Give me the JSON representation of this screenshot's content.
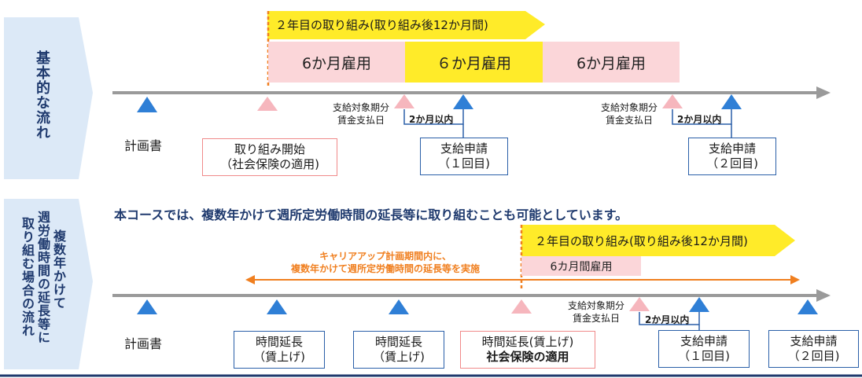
{
  "top": {
    "side_label": "基本的な流れ",
    "year2_banner": "２年目の取り組み(取り組み後12か月間)",
    "period1": "6か月雇用",
    "period2": "６か月雇用",
    "period3": "6か月雇用",
    "plan_label": "計画書",
    "start_box_line1": "取り組み開始",
    "start_box_line2": "（社会保険の適用)",
    "pay_date_a_line1": "支給対象期分",
    "pay_date_a_line2": "賃金支払日",
    "pay_date_b_line1": "支給対象期分",
    "pay_date_b_line2": "賃金支払日",
    "within2_a": "2か月以内",
    "within2_b": "2か月以内",
    "apply1_line1": "支給申請",
    "apply1_line2": "（１回目)",
    "apply2_line1": "支給申請",
    "apply2_line2": "（２回目)"
  },
  "bottom": {
    "side_label_col1": "複数年かけて",
    "side_label_col2": "週労働時間の延長等に",
    "side_label_col3": "取り組む場合の流れ",
    "headline": "本コースでは、複数年かけて週所定労働時間の延長等に取り組むことも可能としています。",
    "year2_banner": "２年目の取り組み(取り組み後12か月間)",
    "career_note_line1": "キャリアアップ計画期間内に、",
    "career_note_line2": "複数年かけて週所定労働時間の延長等を実施",
    "period": "6カ月間雇用",
    "plan_label": "計画書",
    "ext1_line1": "時間延長",
    "ext1_line2": "（賃上げ)",
    "ext2_line1": "時間延長",
    "ext2_line2": "（賃上げ)",
    "ext3_line1": "時間延長(賃上げ)",
    "ext3_line2": "社会保険の適用",
    "pay_date_line1": "支給対象期分",
    "pay_date_line2": "賃金支払日",
    "within2": "2か月以内",
    "apply1_line1": "支給申請",
    "apply1_line2": "（１回目)",
    "apply2_line1": "支給申請",
    "apply2_line2": "（２回目)"
  },
  "colors": {
    "navy": "#1f3a6e",
    "blue_triangle": "#2f7fd6",
    "pink_triangle": "#f6b6bd",
    "pink_fill": "#fbd6d9",
    "yellow_fill": "#ffeb29",
    "orange": "#f07f1f",
    "timeline_gray": "#9a9a9a",
    "side_bg": "#dce9f7"
  }
}
